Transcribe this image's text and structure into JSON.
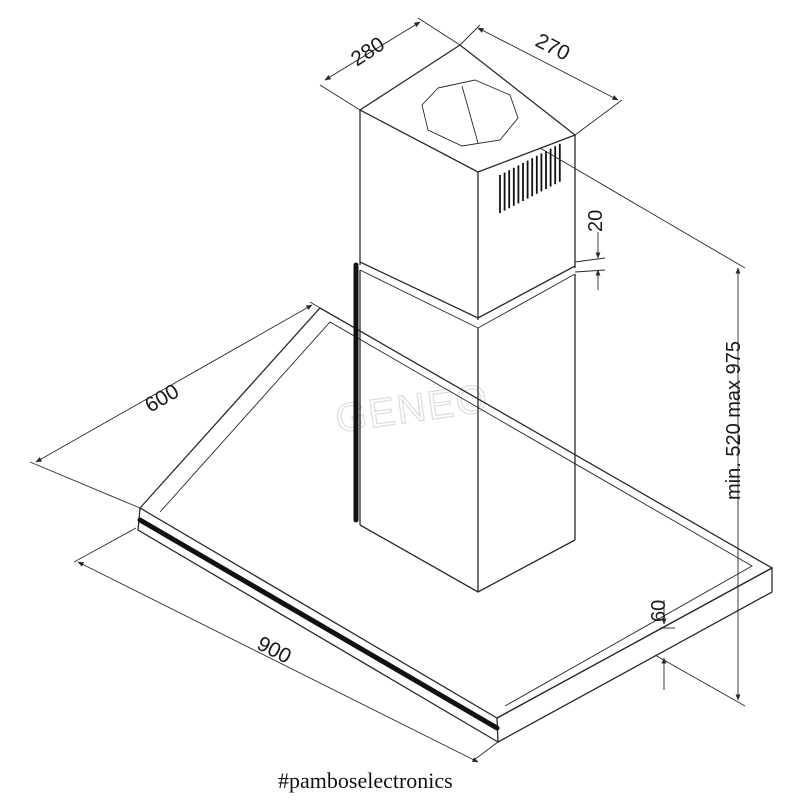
{
  "dimensions": {
    "chimney_depth": "280",
    "chimney_width": "270",
    "trim_gap": "20",
    "height_range": "min. 520 max 975",
    "canopy_depth": "600",
    "canopy_width": "900",
    "canopy_thickness": "60"
  },
  "watermark": "GENEO",
  "hashtag": "#pamboselectronics",
  "colors": {
    "line": "#2a2a2a",
    "accent_strip": "#111111",
    "watermark": "#dcdcdc"
  }
}
